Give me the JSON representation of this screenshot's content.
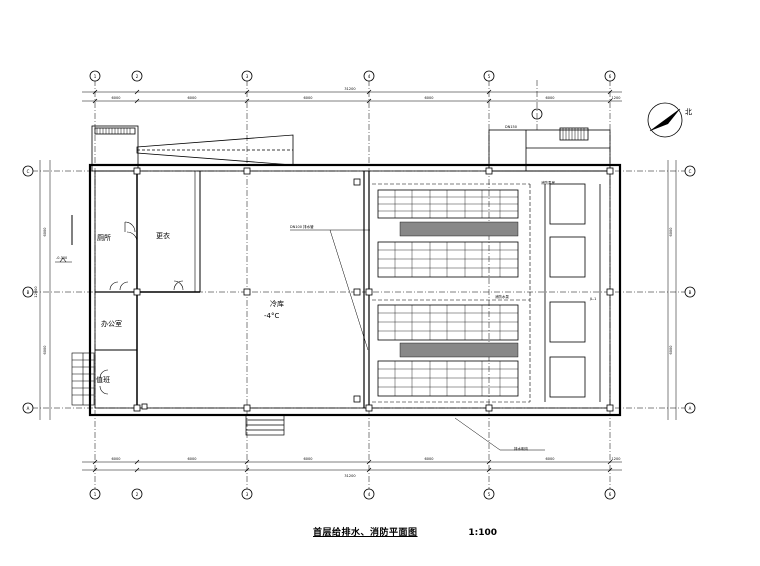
{
  "drawing": {
    "title": "首层给排水、消防平面图",
    "scale": "1:100",
    "north_label": "北"
  },
  "rooms": {
    "toilet": "厕所",
    "office": "办公室",
    "change_room": "更衣",
    "duty_room": "值班",
    "cold_storage": "冷库",
    "cold_temp": "-4°C",
    "pump_room": "消防泵房",
    "hydrant_label": "消防水泵"
  },
  "annotations": {
    "elevation": "-0.300",
    "drain": "排水明沟",
    "pipe_note": "DN100 排水管",
    "pipe_riser": "JL-1",
    "outlet": "DN150"
  },
  "grid": {
    "top": [
      "1",
      "2",
      "3",
      "4",
      "5",
      "6"
    ],
    "bottom": [
      "1",
      "2",
      "3",
      "4",
      "5",
      "6"
    ],
    "left": [
      "C",
      "B",
      "A"
    ],
    "right": [
      "C",
      "B",
      "A"
    ]
  },
  "dims": {
    "top_total": "31200",
    "top_segments": [
      "6000",
      "6000",
      "6000",
      "6000",
      "6000",
      "1200"
    ],
    "bottom_total": "31200",
    "bottom_segments": [
      "6000",
      "6000",
      "6000",
      "6000",
      "6000",
      "1200"
    ],
    "side": [
      "6000",
      "6000"
    ],
    "side_total": "12000"
  }
}
